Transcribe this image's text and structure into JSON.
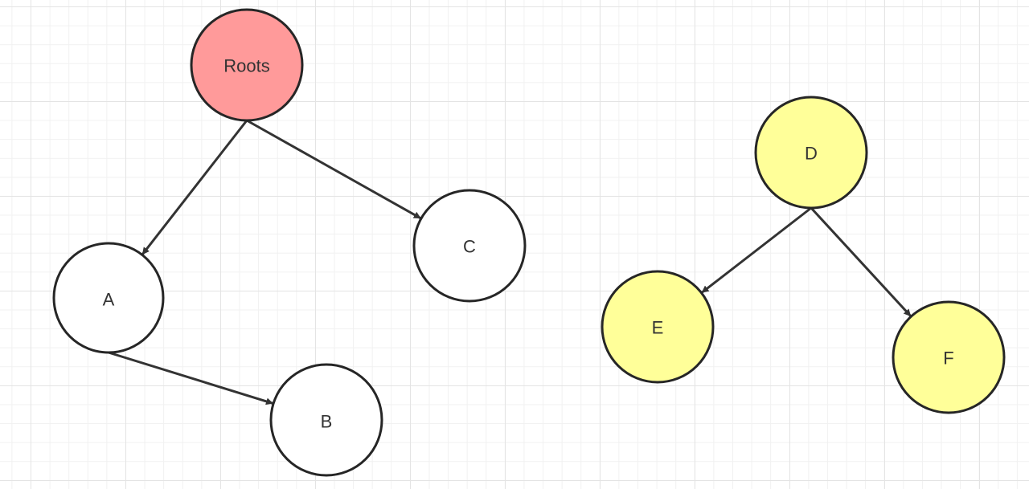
{
  "nodes": [
    {
      "id": "roots",
      "label": "Roots",
      "fill": "#ff9a9a"
    },
    {
      "id": "a",
      "label": "A",
      "fill": "#ffffff"
    },
    {
      "id": "b",
      "label": "B",
      "fill": "#ffffff"
    },
    {
      "id": "c",
      "label": "C",
      "fill": "#ffffff"
    },
    {
      "id": "d",
      "label": "D",
      "fill": "#ffff99"
    },
    {
      "id": "e",
      "label": "E",
      "fill": "#ffff99"
    },
    {
      "id": "f",
      "label": "F",
      "fill": "#ffff99"
    }
  ],
  "edges": [
    {
      "from": "roots",
      "to": "a"
    },
    {
      "from": "roots",
      "to": "c"
    },
    {
      "from": "a",
      "to": "b"
    },
    {
      "from": "d",
      "to": "e"
    },
    {
      "from": "d",
      "to": "f"
    }
  ],
  "colors": {
    "stroke": "#262626",
    "edge": "#333333",
    "root_fill": "#ff9a9a",
    "plain_fill": "#ffffff",
    "highlight_fill": "#ffff99"
  }
}
